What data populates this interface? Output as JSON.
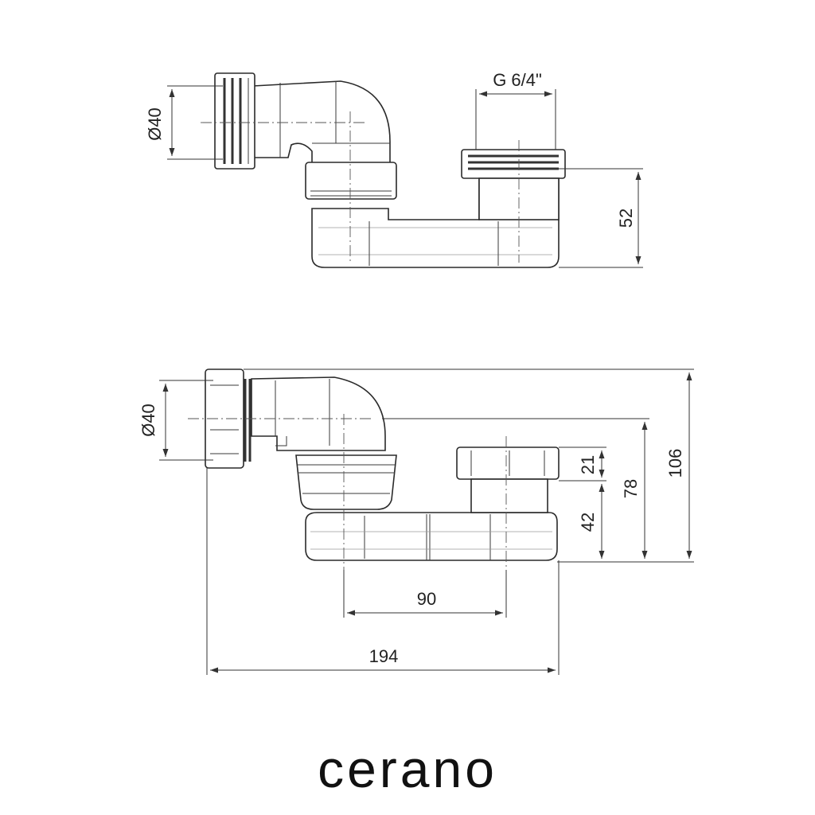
{
  "top_view": {
    "dim_diameter": "Ø40",
    "dim_thread": "G 6/4\"",
    "dim_height": "52"
  },
  "front_view": {
    "dim_diameter": "Ø40",
    "dim_21": "21",
    "dim_42": "42",
    "dim_78": "78",
    "dim_106": "106",
    "dim_90": "90",
    "dim_194": "194"
  },
  "brand": {
    "name": "cerano"
  }
}
